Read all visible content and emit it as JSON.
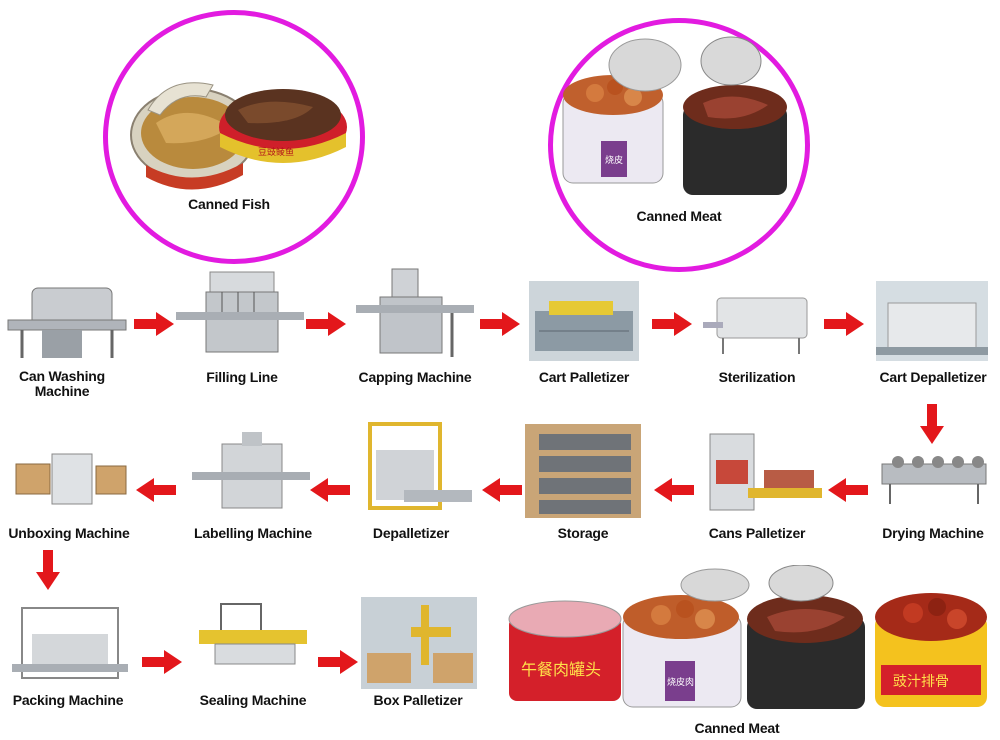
{
  "top_products": {
    "fish_label": "Canned Fish",
    "meat_label": "Canned Meat"
  },
  "colors": {
    "circle": "#e21be0",
    "arrow": "#e3171b",
    "machine_steel": "#c9ccd0",
    "can_red": "#d4202a"
  },
  "steps": {
    "s1": "Can Washing Machine",
    "s2": "Filling Line",
    "s3": "Capping Machine",
    "s4": "Cart Palletizer",
    "s5": "Sterilization",
    "s6": "Cart Depalletizer",
    "s7": "Drying Machine",
    "s8": "Cans Palletizer",
    "s9": "Storage",
    "s10": "Depalletizer",
    "s11": "Labelling Machine",
    "s12": "Unboxing Machine",
    "s13": "Packing Machine",
    "s14": "Sealing Machine",
    "s15": "Box Palletizer"
  },
  "bottom_products": {
    "label": "Canned Meat",
    "can_text_1": "午餐肉罐头",
    "can_text_2": "烧皮肉",
    "can_text_3": "豉汁排骨"
  }
}
